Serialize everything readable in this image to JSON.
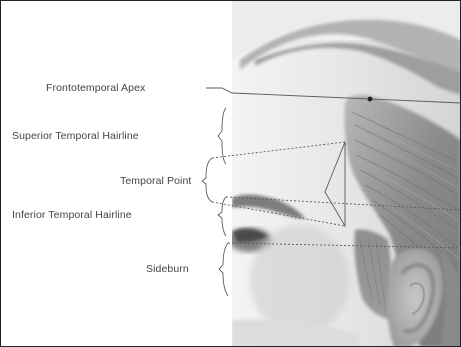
{
  "labels": {
    "frontotemporal_apex": "Frontotemporal Apex",
    "superior_temporal_hairline": "Superior Temporal Hairline",
    "temporal_point": "Temporal Point",
    "inferior_temporal_hairline": "Inferior Temporal Hairline",
    "sideburn": "Sideburn"
  },
  "colors": {
    "leader_line": "#5a5a5a",
    "label_text": "#444444",
    "background": "#ffffff",
    "frame_border": "#222222"
  },
  "image": {
    "subject": "grayscale-photo-right-temple"
  }
}
